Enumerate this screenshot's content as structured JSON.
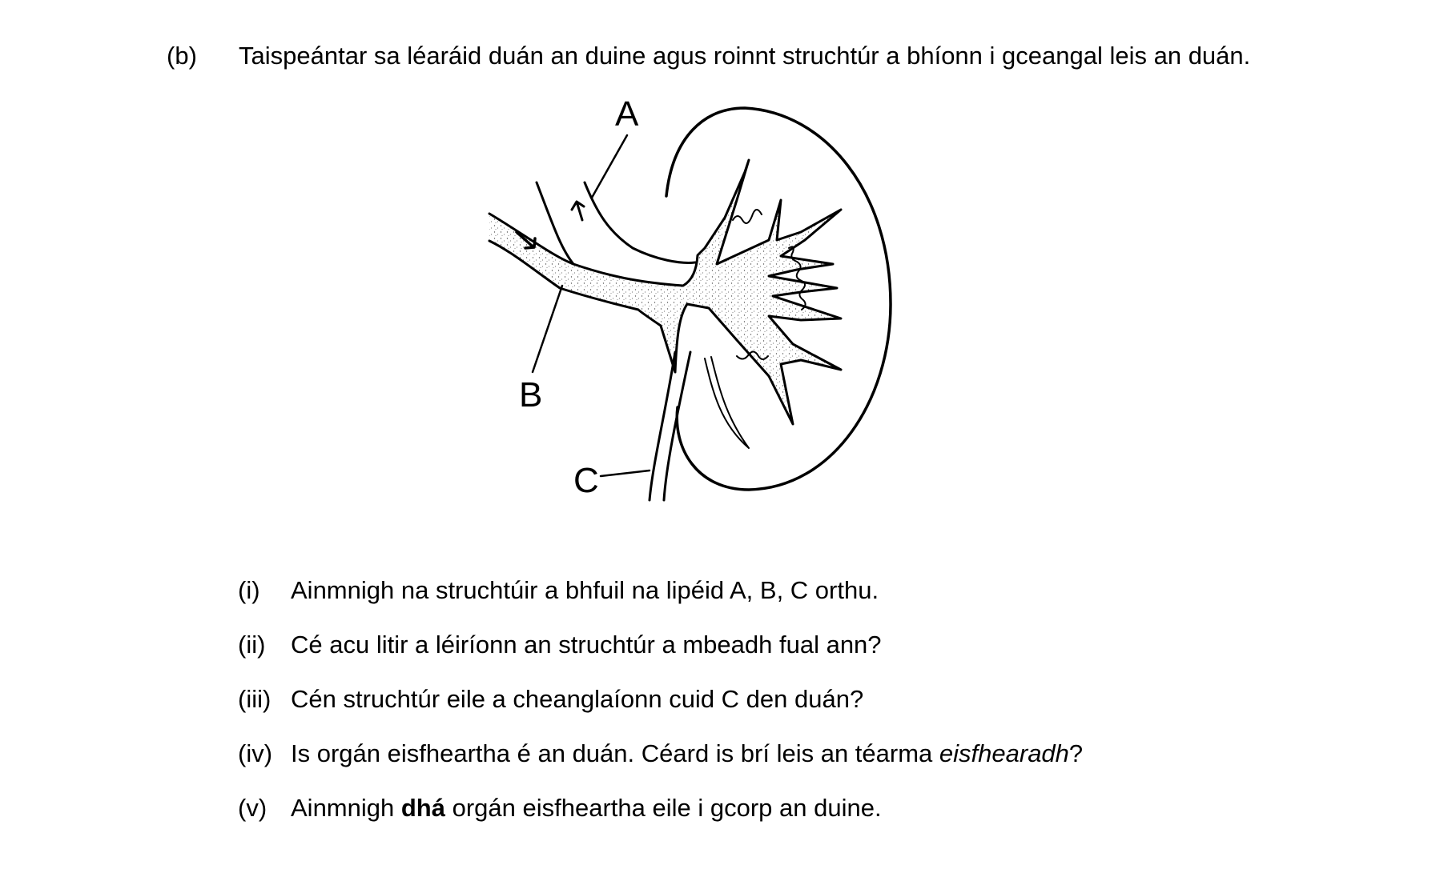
{
  "question": {
    "part_label": "(b)",
    "stem": "Taispeántar sa léaráid duán an duine agus roinnt struchtúr a bhíonn i gceangal leis an duán."
  },
  "diagram": {
    "subject": "kidney-with-renal-vessels-and-ureter",
    "labels": [
      "A",
      "B",
      "C"
    ]
  },
  "sub_questions": [
    {
      "num": "(i)",
      "text": "Ainmnigh na struchtúir a bhfuil na lipéid A, B, C orthu."
    },
    {
      "num": "(ii)",
      "text": "Cé acu litir a léiríonn an struchtúr a mbeadh fual ann?"
    },
    {
      "num": "(iii)",
      "text": "Cén struchtúr eile a cheanglaíonn cuid C den duán?"
    },
    {
      "num": "(iv)",
      "text_before": "Is orgán eisfheartha é an duán. Céard is brí leis an téarma ",
      "text_italic": "eisfhearadh",
      "text_after": "?"
    },
    {
      "num": "(v)",
      "text_before": "Ainmnigh ",
      "text_bold": "dhá",
      "text_after": " orgán eisfheartha eile i gcorp an duine."
    }
  ]
}
